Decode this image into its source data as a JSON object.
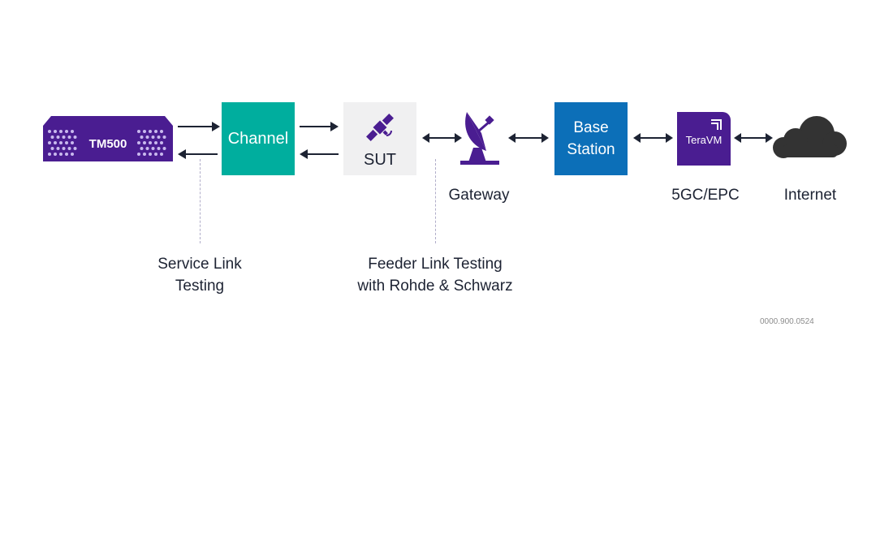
{
  "devices": {
    "tm500": {
      "label": "TM500",
      "icon": "tm500-device-icon"
    },
    "channel": {
      "label": "Channel"
    },
    "sut": {
      "label": "SUT",
      "icon": "satellite-icon"
    },
    "gateway": {
      "label": "Gateway",
      "icon": "satellite-dish-icon"
    },
    "base_station": {
      "line1": "Base",
      "line2": "Station"
    },
    "core": {
      "logo_text": "TeraVM",
      "label": "5GC/EPC"
    },
    "internet": {
      "label": "Internet",
      "icon": "cloud-icon"
    }
  },
  "annotations": {
    "service_link": {
      "line1": "Service Link",
      "line2": "Testing"
    },
    "feeder_link": {
      "line1": "Feeder Link Testing",
      "line2": "with Rohde & Schwarz"
    }
  },
  "doc_code": "0000.900.0524",
  "colors": {
    "purple": "#4a1d91",
    "teal": "#00ae9e",
    "blue": "#0c6fb8",
    "light_gray": "#f0f0f1",
    "dark": "#1d2333",
    "cloud": "#333333"
  }
}
